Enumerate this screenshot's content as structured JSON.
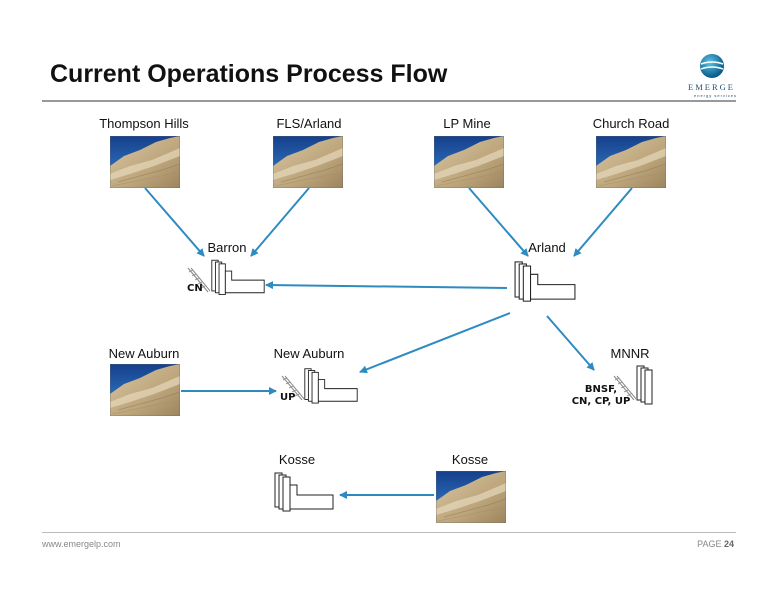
{
  "title": "Current Operations Process Flow",
  "logo": {
    "word": "EMERGE",
    "subtitle": "energy services"
  },
  "mines": [
    {
      "id": "thompson-hills",
      "label": "Thompson Hills"
    },
    {
      "id": "fls-arland",
      "label": "FLS/Arland"
    },
    {
      "id": "lp-mine",
      "label": "LP Mine"
    },
    {
      "id": "church-road",
      "label": "Church Road"
    },
    {
      "id": "new-auburn-mine",
      "label": "New Auburn"
    },
    {
      "id": "kosse-mine",
      "label": "Kosse"
    }
  ],
  "plants": [
    {
      "id": "barron",
      "label": "Barron",
      "rail": "CN"
    },
    {
      "id": "arland",
      "label": "Arland",
      "rail": ""
    },
    {
      "id": "new-auburn-plant",
      "label": "New Auburn",
      "rail": "UP"
    },
    {
      "id": "mnnr",
      "label": "MNNR",
      "rail": "BNSF,\nCN, CP, UP"
    },
    {
      "id": "kosse-plant",
      "label": "Kosse",
      "rail": ""
    }
  ],
  "footer": {
    "url": "www.emergelp.com",
    "page_prefix": "PAGE",
    "page_number": "24"
  },
  "colors": {
    "arrow": "#2e8bc0",
    "sky": "#1e5fae",
    "sand": "#c9b48f",
    "title_rule": "#999999"
  }
}
